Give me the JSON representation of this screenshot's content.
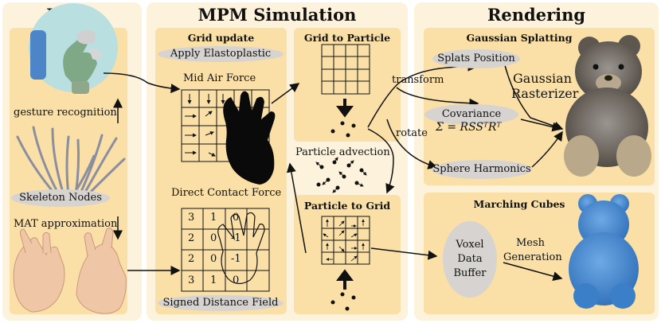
{
  "input": {
    "title": "Input",
    "gesture": "gesture recognition",
    "skeleton": "Skeleton Nodes",
    "mat": "MAT approximation"
  },
  "mpm": {
    "title": "MPM Simulation",
    "grid_update": "Grid update",
    "elastoplastic": "Apply Elastoplastic",
    "mid_air": "Mid Air Force",
    "direct_contact": "Direct Contact Force",
    "sdf": "Signed Distance Field",
    "g2p": "Grid to Particle",
    "advection": "Particle advection",
    "p2g": "Particle to Grid",
    "sdf_values": [
      [
        "3",
        "1",
        "0"
      ],
      [
        "2",
        "0",
        "-1"
      ],
      [
        "2",
        "0",
        "-1"
      ],
      [
        "3",
        "1",
        "0"
      ]
    ]
  },
  "rendering": {
    "title": "Rendering",
    "gs_title": "Gaussian Splatting",
    "splats": "Splats Position",
    "covariance": "Covariance",
    "cov_formula": "Σ = RSSᵀRᵀ",
    "sh": "Sphere Harmonics",
    "rasterizer_1": "Gaussian",
    "rasterizer_2": "Rasterizer",
    "transform": "transform",
    "rotate": "rotate",
    "mc_title": "Marching Cubes",
    "voxel_1": "Voxel",
    "voxel_2": "Data",
    "voxel_3": "Buffer",
    "mesh_1": "Mesh",
    "mesh_2": "Generation"
  },
  "colors": {
    "panel": "#fdf3dc",
    "inner": "#fae0a6",
    "pill": "#d6d3d0",
    "blue_bear": "#4a8bd0"
  }
}
